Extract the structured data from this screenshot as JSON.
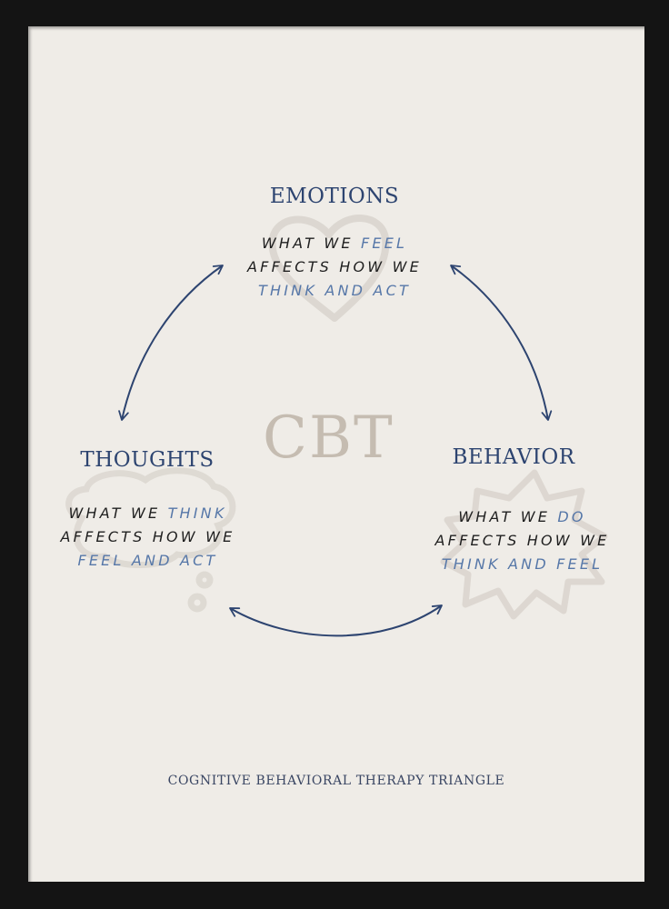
{
  "poster": {
    "center_label": "CBT",
    "footer": "COGNITIVE BEHAVIORAL THERAPY TRIANGLE",
    "colors": {
      "frame": "#141414",
      "paper": "#efece7",
      "accent_blue": "#2d4470",
      "light_blue": "#5677a8",
      "cbt_gray": "#c5bcb1"
    }
  },
  "nodes": {
    "emotions": {
      "title": "EMOTIONS",
      "line1_a": "WHAT WE ",
      "line1_b": "FEEL",
      "line2": "AFFECTS HOW WE",
      "line3": "THINK AND ACT",
      "icon": "heart-outline"
    },
    "thoughts": {
      "title": "THOUGHTS",
      "line1_a": "WHAT WE ",
      "line1_b": "THINK",
      "line2": "AFFECTS HOW WE",
      "line3": "FEEL AND ACT",
      "icon": "thought-bubble"
    },
    "behavior": {
      "title": "BEHAVIOR",
      "line1_a": "WHAT WE ",
      "line1_b": "DO",
      "line2": "AFFECTS HOW WE",
      "line3": "THINK AND FEEL",
      "icon": "starburst"
    }
  },
  "arrows": [
    {
      "from": "thoughts",
      "to": "emotions",
      "type": "double-headed"
    },
    {
      "from": "emotions",
      "to": "behavior",
      "type": "double-headed"
    },
    {
      "from": "thoughts",
      "to": "behavior",
      "type": "double-headed"
    }
  ]
}
